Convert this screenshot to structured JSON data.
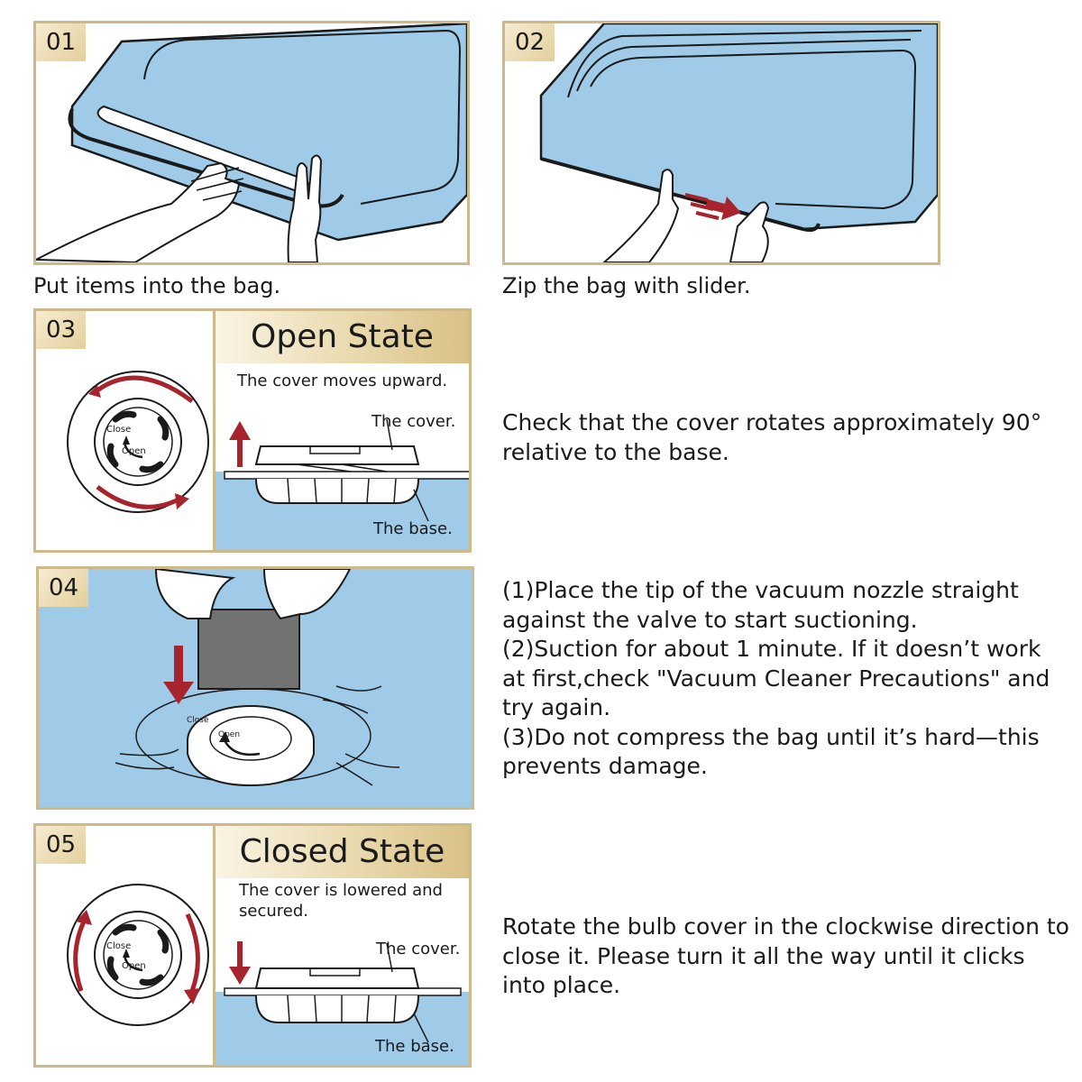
{
  "steps": [
    {
      "number": "01",
      "caption": "Put items into the bag."
    },
    {
      "number": "02",
      "caption": "Zip the bag with slider."
    },
    {
      "number": "03",
      "state_title": "Open State",
      "note": "The cover moves upward.",
      "cover_label": "The cover.",
      "base_label": "The base.",
      "dial_close": "Close",
      "dial_open": "Open",
      "description": "Check that the cover rotates approximately 90° relative to the base."
    },
    {
      "number": "04",
      "dial_close": "Close",
      "dial_open": "Open",
      "description_lines": [
        "(1)Place the tip of the vacuum nozzle straight against the valve to start suctioning.",
        "(2)Suction for about 1 minute. If it doesn’t work at first,check \"Vacuum Cleaner Precautions\" and try again.",
        "(3)Do not compress the bag until it’s hard—this prevents damage."
      ]
    },
    {
      "number": "05",
      "state_title": "Closed State",
      "note": "The cover is lowered and secured.",
      "cover_label": "The cover.",
      "base_label": "The base.",
      "dial_close": "Close",
      "dial_open": "Open",
      "description": "Rotate the bulb cover in the clockwise direction to close it. Please turn it all the way until it clicks into place."
    }
  ],
  "colors": {
    "frame_gold": "#cdb98a",
    "bag_blue": "#9fcbe8",
    "arrow_red": "#a8242c",
    "nozzle_gray": "#727272"
  }
}
